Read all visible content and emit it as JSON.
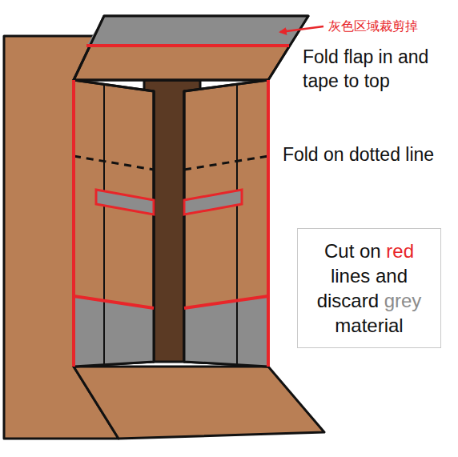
{
  "diagram": {
    "nodes": [
      {
        "text": [
          "Cut on red lines and discard grey material"
        ]
      }
    ],
    "labels": [
      "灰色区域裁剪掉",
      "Fold flap in and tape to top",
      "Fold on dotted line"
    ]
  }
}
